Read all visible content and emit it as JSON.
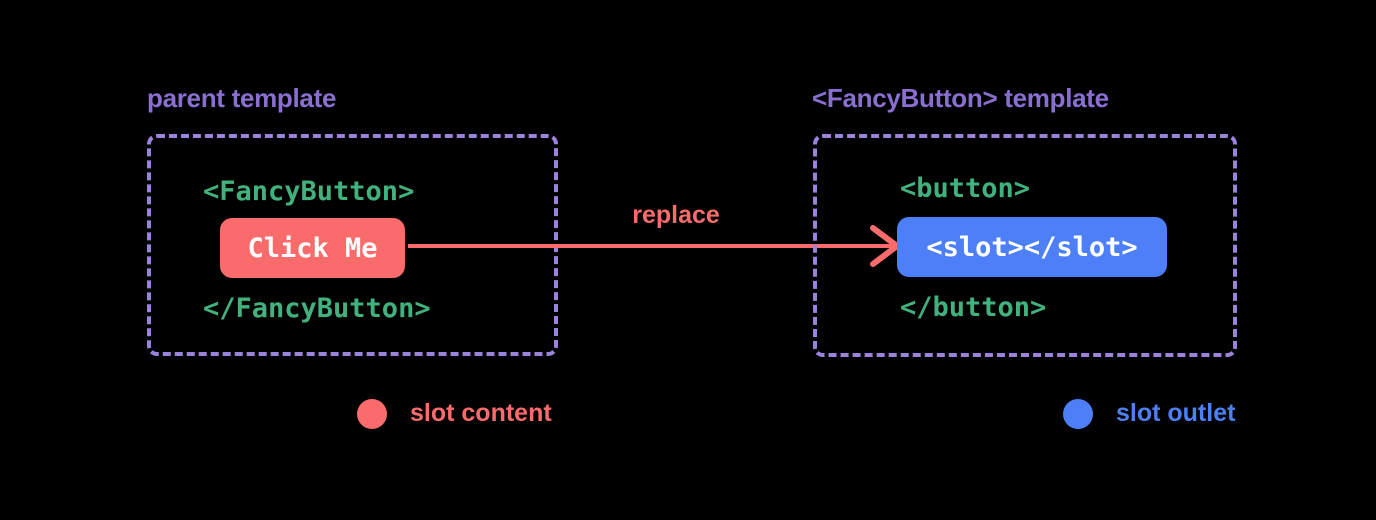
{
  "canvas": {
    "background": "#000000"
  },
  "colors": {
    "purple_text": "#8a6fd1",
    "purple_border": "#9b82dd",
    "green_code": "#41b27e",
    "red_accent": "#fa6b6b",
    "blue_accent": "#4d80f8",
    "white_text": "#ffffff"
  },
  "left_panel": {
    "title": "parent template",
    "open_tag": "<FancyButton>",
    "button_label": "Click Me",
    "close_tag": "</FancyButton>"
  },
  "arrow": {
    "label": "replace"
  },
  "right_panel": {
    "title": "<FancyButton> template",
    "open_tag": "<button>",
    "slot_code": "<slot></slot>",
    "close_tag": "</button>"
  },
  "legend": {
    "slot_content": {
      "label": "slot content",
      "color": "#fa6b6b"
    },
    "slot_outlet": {
      "label": "slot outlet",
      "color": "#4d80f8"
    }
  }
}
